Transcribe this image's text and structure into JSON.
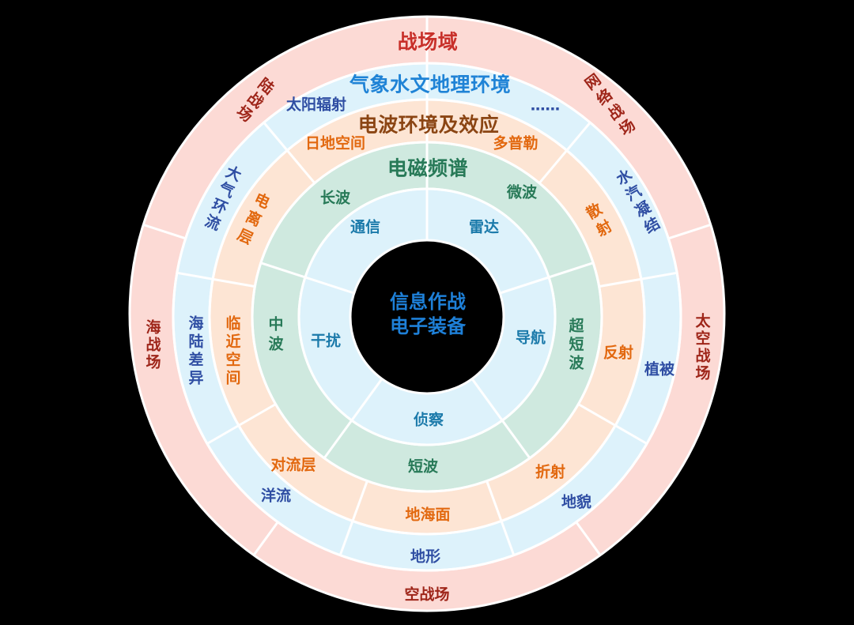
{
  "center": {
    "lines": [
      "信息作战",
      "电子装备"
    ]
  },
  "rings": [
    {
      "id": "battlefield-domain",
      "title": "战场域",
      "segments": [
        "网络战场",
        "太空战场",
        "空战场",
        "海战场",
        "陆战场"
      ]
    },
    {
      "id": "meteorological-hydrological-geographic-environment",
      "title": "气象水文地理环境",
      "segments": [
        "......",
        "水汽凝结",
        "植被",
        "地貌",
        "地形",
        "洋流",
        "海陆差异",
        "大气环流",
        "太阳辐射"
      ]
    },
    {
      "id": "radio-wave-environment-and-effects",
      "title": "电波环境及效应",
      "segments": [
        "多普勒",
        "散射",
        "反射",
        "折射",
        "地海面",
        "对流层",
        "临近空间",
        "电离层",
        "日地空间"
      ]
    },
    {
      "id": "electromagnetic-spectrum",
      "title": "电磁频谱",
      "segments": [
        "微波",
        "超短波",
        "短波",
        "中波",
        "长波"
      ]
    },
    {
      "id": "equipment-functions",
      "segments": [
        "雷达",
        "导航",
        "侦察",
        "干扰",
        "通信"
      ]
    }
  ],
  "colors": {
    "background": "#000000",
    "battlefield_ring": "#fcdad5",
    "environment_ring": "#ddf2fb",
    "radio_wave_ring": "#fde5d4",
    "spectrum_ring": "#cfe9df",
    "equipment_ring": "#ddf2fb",
    "divider": "#ffffff",
    "battlefield_title_text": "#c8302a",
    "battlefield_text": "#9e2519",
    "environment_title_text": "#1f83d6",
    "environment_text": "#2f4ea3",
    "radio_wave_title_text": "#8b4513",
    "radio_wave_text": "#e2680f",
    "spectrum_text": "#287a58",
    "equipment_text": "#1b7aaa",
    "center_text": "#1e80d8"
  }
}
